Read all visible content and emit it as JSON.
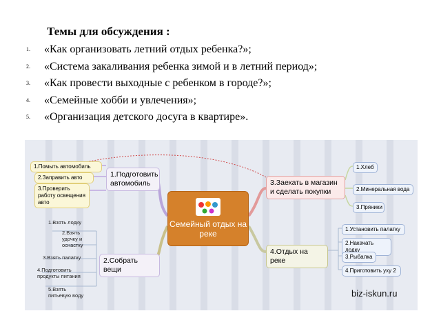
{
  "heading": "Темы для обсуждения :",
  "topics": [
    {
      "num": "1.",
      "text": "«Как организовать летний отдых ребенка?»;"
    },
    {
      "num": "2.",
      "text": "«Система закаливания ребенка зимой и в летний период»;"
    },
    {
      "num": "3.",
      "text": "«Как провести выходные с ребенком в городе?»;"
    },
    {
      "num": "4.",
      "text": "«Семейные хобби и увлечения»;"
    },
    {
      "num": "5.",
      "text": "«Организация детского досуга в квартире»."
    }
  ],
  "mindmap": {
    "center": "Семейный отдых на реке",
    "node1": "1.Подготовить автомобиль",
    "node1_subs": [
      "1.Помыть автомобиль",
      "2.Заправить авто",
      "3.Проверить работу освещения авто"
    ],
    "node2": "2.Собрать вещи",
    "node2_leaves": [
      "1.Взять лодку",
      "2.Взять удочку и оснастку",
      "3.Взять палатку",
      "4.Подготовить продукты питания",
      "5.Взять питьевую воду"
    ],
    "node3": "3.Заехать в магазин и сделать покупки",
    "node3_subs": [
      "1.Хлеб",
      "2.Минеральная вода",
      "3.Пряники"
    ],
    "node4": "4.Отдых на реке",
    "node4_subs": [
      "1.Установить палатку",
      "2.Накачать лодку",
      "3.Рыбалка",
      "4.Приготовить уху 2"
    ],
    "site": "biz-iskun.ru"
  },
  "colors": {
    "center": "#d5812b",
    "left_sub": "#fbf7d8",
    "right_sub": "#eef3fb",
    "background": "#e8ebf2"
  }
}
